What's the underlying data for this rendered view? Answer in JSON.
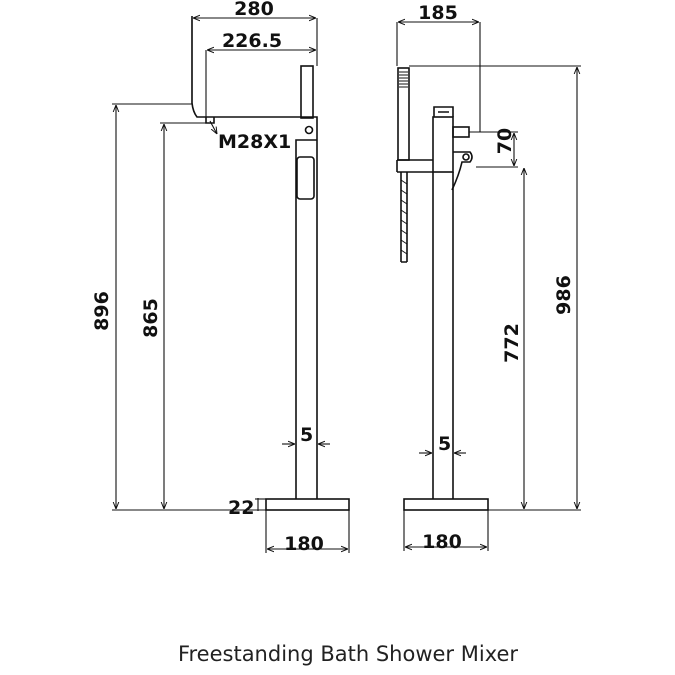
{
  "caption": "Freestanding Bath Shower Mixer",
  "colors": {
    "line": "#111111",
    "background": "#ffffff"
  },
  "front_view": {
    "overall_width": "280",
    "spout_reach": "226.5",
    "outlet_thread": "M28X1",
    "overall_height": "896",
    "spout_height": "865",
    "base_thickness": "22",
    "pipe_offset": "5",
    "base_width": "180"
  },
  "side_view": {
    "overall_width": "185",
    "diverter_height": "70",
    "handle_height": "772",
    "overall_height": "986",
    "pipe_offset": "5",
    "base_width": "180"
  }
}
